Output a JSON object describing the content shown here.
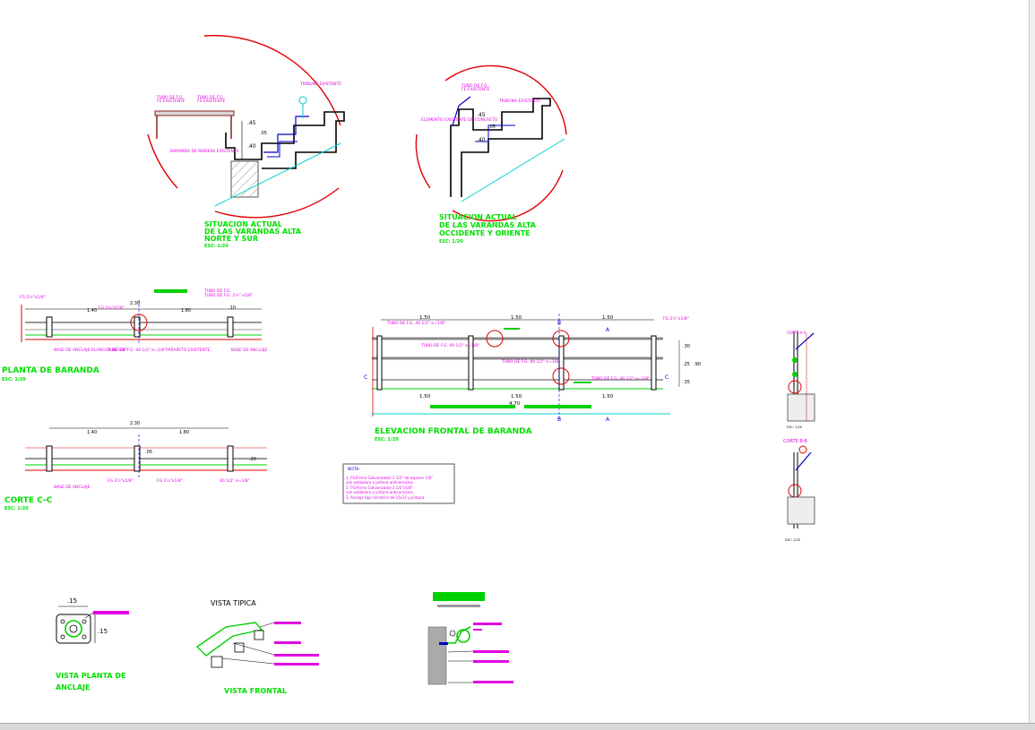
{
  "details": {
    "det1": {
      "title1": "SITUACION ACTUAL",
      "title2": "DE LAS VARANDAS ALTA",
      "title3": "NORTE Y SUR",
      "scale": "ESC: 1/20",
      "labels": [
        "TUBO DE F.G.",
        "FE EXISTENTE",
        "TUBO DE F.G.",
        "FE EXISTENTE",
        "TRIBUNA EXISTENTE",
        "BARANDA DE MADERA EXISTENTE"
      ],
      "dims": [
        ".45",
        ".05",
        ".40"
      ]
    },
    "det2": {
      "title1": "SITUACION ACTUAL",
      "title2": "DE LAS VARANDAS ALTA",
      "title3": "OCCIDENTE Y ORIENTE",
      "scale": "ESC: 1/20",
      "labels": [
        "TUBO DE F.G.",
        "FE EXISTENTE",
        "TRIBUNA EXISTENTE",
        "ELEMENTO EXISTENTE DE CONCRETO"
      ],
      "dims": [
        ".45",
        ".05",
        ".40"
      ]
    }
  },
  "planta": {
    "title": "PLANTA DE BARANDA",
    "scale": "ESC: 1/20",
    "dims": [
      "2.30",
      "1.40",
      "1.80",
      ".10"
    ],
    "labels": [
      "FG 2½\"x1/8\"",
      "TUBO DE F.G.",
      "FG 2½\"x1/8\"",
      "TUBO DE F.G. 2½\" x1/8\"",
      "BASE DE ANCLAJE PLANCHA DE 1/8\"",
      "TUBO DE F.G. 40 1/2\" e=1/8\"",
      "PARAPETO EXISTENTE",
      "BASE DE ANCLAJE"
    ]
  },
  "corte": {
    "title": "CORTE C-C",
    "scale": "ESC: 1/20",
    "dims": [
      "2.30",
      "1.40",
      "1.80",
      ".05",
      ".20"
    ],
    "labels": [
      "BASE DE ANCLAJE",
      "FG 2½\"x1/8\"",
      "FG 2½\"x1/8\"",
      "40 1/2\" e=1/8\""
    ]
  },
  "elevacion": {
    "title": "ELEVACION FRONTAL DE BARANDA",
    "scale": "ESC: 1/20",
    "top_dims": [
      "1.50",
      "1.50",
      "1.50"
    ],
    "bottom_dims": [
      "1.50",
      "1.50",
      "1.50"
    ],
    "total": "4.70",
    "side_dims": [
      ".30",
      ".25",
      ".90",
      ".35"
    ],
    "labels": [
      "TUBO DE F.G. 40 1/2\" e=1/8\"",
      "TUBO DE F.G. 40 1/2\" e=1/8\"",
      "TUBO DE F.G. 40 1/2\" e=1/8\"",
      "TUBO DE F.G. 40 1/2\" e=1/8\"",
      "FG 2½\"x1/8\""
    ],
    "markers": [
      "A",
      "B",
      "C",
      "C",
      "B",
      "A"
    ]
  },
  "notes": {
    "title": "NOTA:",
    "lines": [
      "1. FG(Fierro Galvanizado) 2 1/2\" de espesor 1/8\"",
      "   con soldadura y pintura anticorrosiva",
      "2. FG(Fierro Galvanizado) 2 1/2\"x1/8\"",
      "   con soldadura y pintura anticorrosiva",
      "3. Anclaje tipo cilindrico de 15x15 y pintura"
    ]
  },
  "side_sections": {
    "top_label": "CORTE A-A",
    "bottom_label": "CORTE B-B",
    "scale_top": "ESC: 1/20",
    "scale_bottom": "ESC: 1/20"
  },
  "bottom_details": {
    "anclaje": {
      "title1": "VISTA PLANTA DE",
      "title2": "ANCLAJE",
      "dim_w": ".15",
      "dim_h": ".15"
    },
    "tipica": {
      "title": "VISTA TIPICA",
      "caption": "VISTA FRONTAL"
    },
    "lateral": {}
  }
}
